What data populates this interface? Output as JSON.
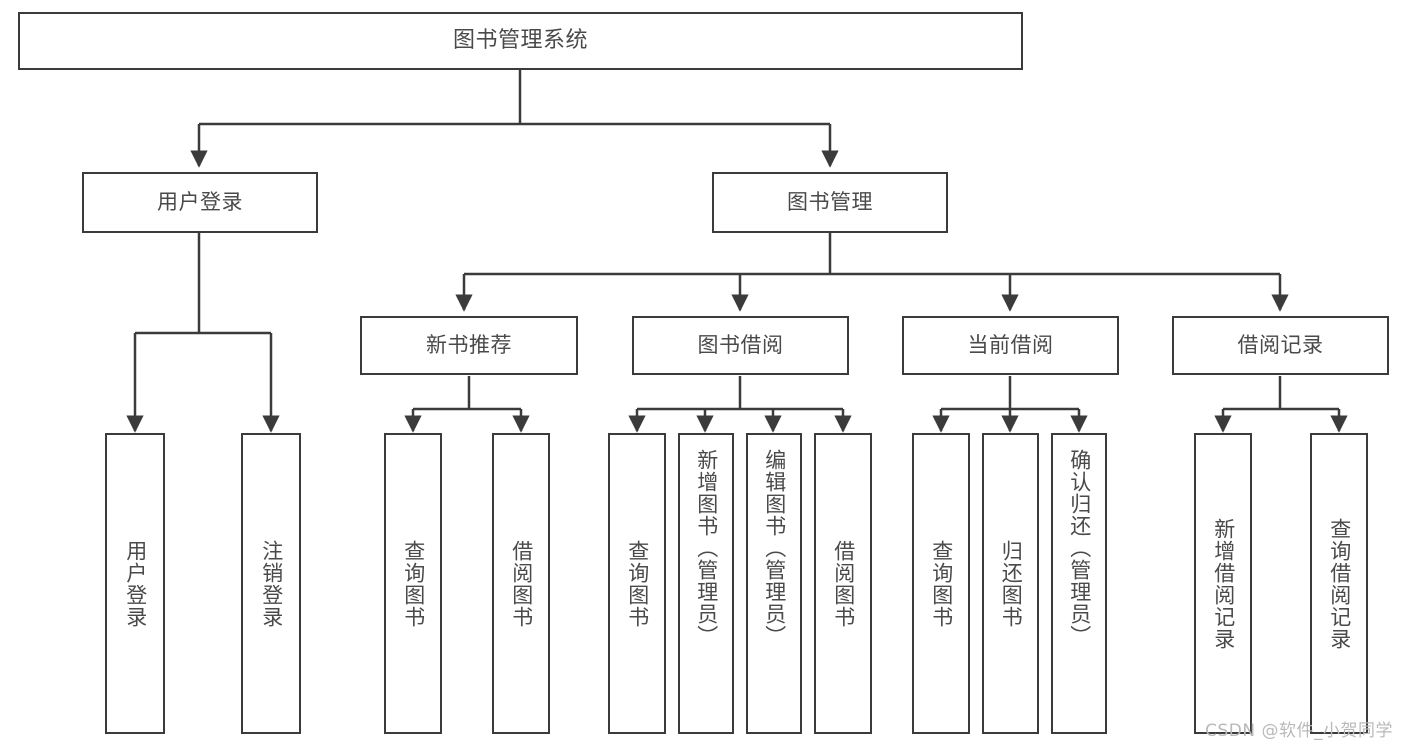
{
  "diagram": {
    "title": "图书管理系统",
    "type": "hierarchy-tree",
    "colors": {
      "background": "#ffffff",
      "node_border": "#3b3b3b",
      "node_fill": "#ffffff",
      "text": "#4a4a4a",
      "edge": "#3b3b3b",
      "watermark": "#b9b9b9"
    },
    "watermark": "CSDN @软件_小贺同学",
    "levels": {
      "root": {
        "label": "图书管理系统"
      },
      "level2": [
        {
          "id": "user-login",
          "label": "用户登录"
        },
        {
          "id": "book-manage",
          "label": "图书管理"
        }
      ],
      "level3": [
        {
          "id": "new-book-recommend",
          "label": "新书推荐",
          "parent": "book-manage"
        },
        {
          "id": "book-borrow",
          "label": "图书借阅",
          "parent": "book-manage"
        },
        {
          "id": "current-borrow",
          "label": "当前借阅",
          "parent": "book-manage"
        },
        {
          "id": "borrow-record",
          "label": "借阅记录",
          "parent": "book-manage"
        }
      ],
      "leaves": [
        {
          "id": "leaf-user-login",
          "label": "用户登录",
          "parent": "user-login"
        },
        {
          "id": "leaf-logout-login",
          "label": "注销登录",
          "parent": "user-login"
        },
        {
          "id": "leaf-query-book-1",
          "label": "查询图书",
          "parent": "new-book-recommend"
        },
        {
          "id": "leaf-borrow-book-1",
          "label": "借阅图书",
          "parent": "new-book-recommend"
        },
        {
          "id": "leaf-query-book-2",
          "label": "查询图书",
          "parent": "book-borrow"
        },
        {
          "id": "leaf-add-book",
          "label": "新增图书（管理员）",
          "parent": "book-borrow"
        },
        {
          "id": "leaf-edit-book",
          "label": "编辑图书（管理员）",
          "parent": "book-borrow"
        },
        {
          "id": "leaf-borrow-book-2",
          "label": "借阅图书",
          "parent": "book-borrow"
        },
        {
          "id": "leaf-query-book-3",
          "label": "查询图书",
          "parent": "current-borrow"
        },
        {
          "id": "leaf-return-book",
          "label": "归还图书",
          "parent": "current-borrow"
        },
        {
          "id": "leaf-confirm-return",
          "label": "确认归还（管理员）",
          "parent": "current-borrow"
        },
        {
          "id": "leaf-add-record",
          "label": "新增借阅记录",
          "parent": "borrow-record"
        },
        {
          "id": "leaf-query-record",
          "label": "查询借阅记录",
          "parent": "borrow-record"
        }
      ]
    }
  }
}
